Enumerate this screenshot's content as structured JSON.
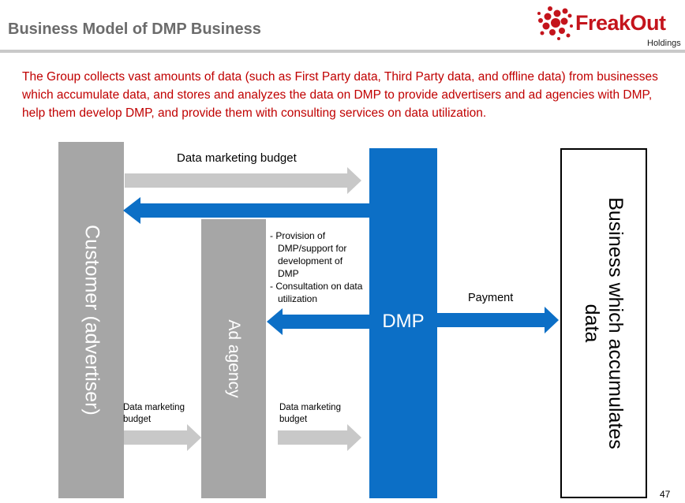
{
  "header": {
    "title": "Business Model of DMP Business",
    "logo_name": "FreakOut",
    "logo_sub": "Holdings",
    "logo_color": "#c4141c"
  },
  "intro": "The Group collects vast amounts of data (such as First Party data, Third Party data, and offline data) from businesses which accumulate data, and stores and analyzes the data on DMP to provide advertisers and ad agencies with DMP, help them develop DMP, and provide them with consulting services on data utilization.",
  "diagram": {
    "nodes": {
      "customer": "Customer (advertiser)",
      "agency": "Ad agency",
      "dmp": "DMP",
      "business": "Business which accumulates data"
    },
    "edges": {
      "top_budget": "Data marketing budget",
      "payment": "Payment",
      "customer_to_agency_budget": "Data marketing budget",
      "agency_to_dmp_budget": "Data marketing budget"
    },
    "services": [
      "- Provision of DMP/support for development of DMP",
      "- Consultation on data utilization"
    ],
    "colors": {
      "gray_block": "#a6a6a6",
      "gray_arrow": "#c8c8c8",
      "dmp_blue": "#0c6fc6",
      "intro_red": "#c00000"
    }
  },
  "page_number": "47"
}
